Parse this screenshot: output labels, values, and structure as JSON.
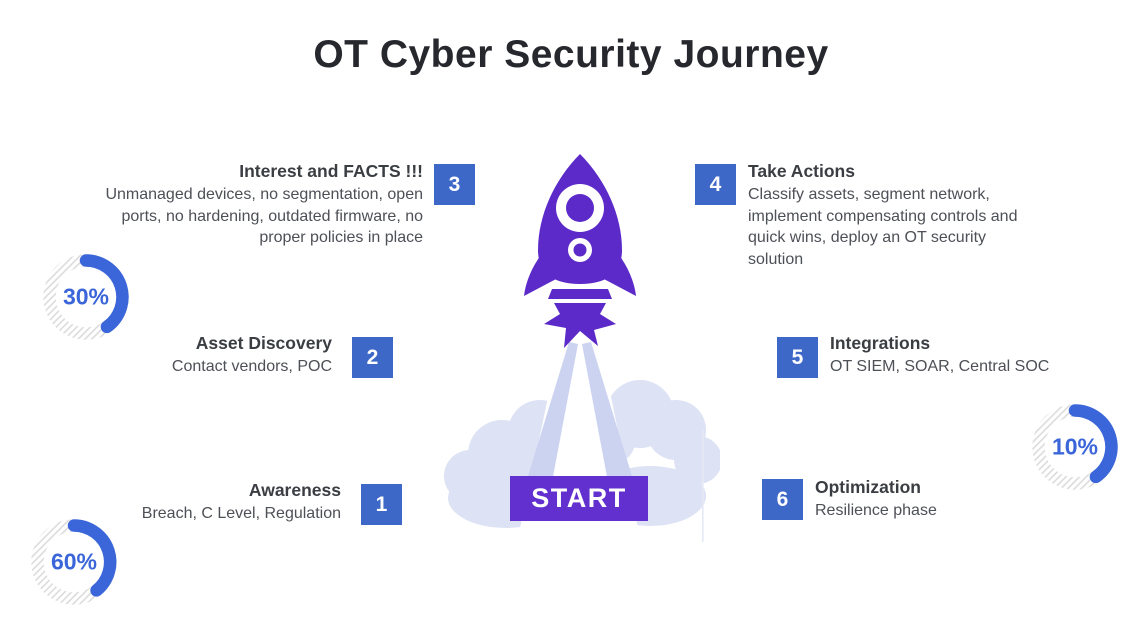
{
  "title": "OT Cyber Security Journey",
  "start_button": {
    "label": "START"
  },
  "steps": [
    {
      "number": "1",
      "title": "Awareness",
      "description": "Breach, C Level, Regulation"
    },
    {
      "number": "2",
      "title": "Asset Discovery",
      "description": "Contact vendors, POC"
    },
    {
      "number": "3",
      "title": "Interest and FACTS !!!",
      "description": "Unmanaged devices, no segmentation, open ports, no hardening, outdated firmware, no proper policies in place"
    },
    {
      "number": "4",
      "title": "Take Actions",
      "description": "Classify assets, segment network, implement compensating controls and quick wins, deploy an OT security solution"
    },
    {
      "number": "5",
      "title": "Integrations",
      "description": "OT SIEM, SOAR, Central SOC"
    },
    {
      "number": "6",
      "title": "Optimization",
      "description": "Resilience phase"
    }
  ],
  "progress_rings": [
    {
      "value": "30%"
    },
    {
      "value": "60%"
    },
    {
      "value": "10%"
    }
  ],
  "colors": {
    "badge_blue": "#3e68c8",
    "ring_blue": "#3b66d9",
    "rocket_purple": "#5b2ac8",
    "start_purple": "#6130cf",
    "cloud_lavender": "#dde2f5",
    "trail_lavender": "#ccd3f0",
    "title_dark": "#26282e",
    "heading_gray": "#3a3d42",
    "body_gray": "#4d5056"
  }
}
